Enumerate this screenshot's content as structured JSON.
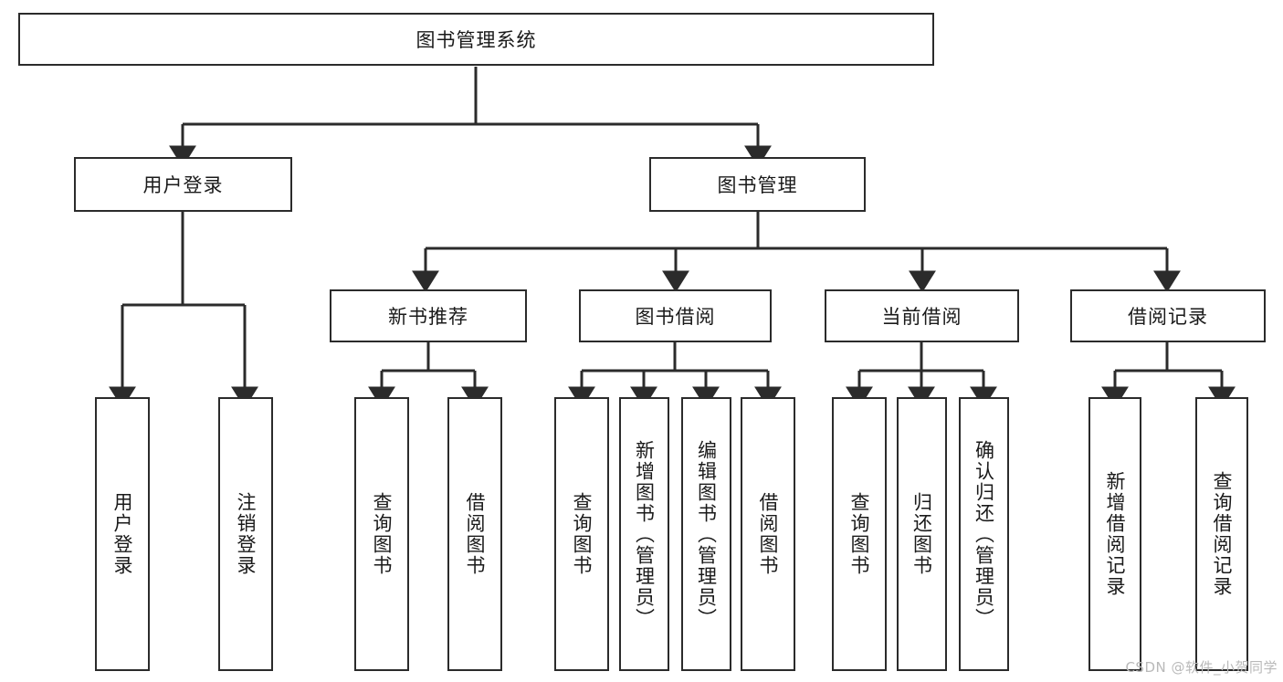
{
  "diagram": {
    "title": "图书管理系统",
    "type": "tree-hierarchy",
    "root": {
      "label": "图书管理系统"
    },
    "level2": [
      {
        "label": "用户登录"
      },
      {
        "label": "图书管理"
      }
    ],
    "level3": [
      {
        "label": "新书推荐"
      },
      {
        "label": "图书借阅"
      },
      {
        "label": "当前借阅"
      },
      {
        "label": "借阅记录"
      }
    ],
    "leaves": [
      {
        "label": "用户登录",
        "parent": "用户登录"
      },
      {
        "label": "注销登录",
        "parent": "用户登录"
      },
      {
        "label": "查询图书",
        "parent": "新书推荐"
      },
      {
        "label": "借阅图书",
        "parent": "新书推荐"
      },
      {
        "label": "查询图书",
        "parent": "图书借阅"
      },
      {
        "label": "新增图书（管理员）",
        "parent": "图书借阅"
      },
      {
        "label": "编辑图书（管理员）",
        "parent": "图书借阅"
      },
      {
        "label": "借阅图书",
        "parent": "图书借阅"
      },
      {
        "label": "查询图书",
        "parent": "当前借阅"
      },
      {
        "label": "归还图书",
        "parent": "当前借阅"
      },
      {
        "label": "确认归还（管理员）",
        "parent": "当前借阅"
      },
      {
        "label": "新增借阅记录",
        "parent": "借阅记录"
      },
      {
        "label": "查询借阅记录",
        "parent": "借阅记录"
      }
    ],
    "colors": {
      "box_border": "#2b2b2b",
      "box_fill": "#ffffff",
      "connector": "#2b2b2b",
      "text": "#1a1a1a",
      "background": "#ffffff",
      "watermark": "#b9b9b9"
    }
  },
  "watermark": {
    "text": "CSDN @软件_小贺同学"
  }
}
